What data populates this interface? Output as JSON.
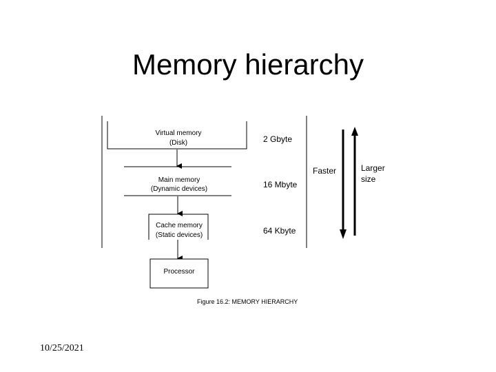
{
  "slide": {
    "title": "Memory hierarchy",
    "date": "10/25/2021"
  },
  "diagram": {
    "levels": [
      {
        "label_line1": "Virtual memory",
        "label_line2": "(Disk)",
        "size": "2 Gbyte"
      },
      {
        "label_line1": "Main memory",
        "label_line2": "(Dynamic devices)",
        "size": "16 Mbyte"
      },
      {
        "label_line1": "Cache memory",
        "label_line2": "(Static devices)",
        "size": "64 Kbyte"
      }
    ],
    "processor": "Processor",
    "faster_label": "Faster",
    "larger_label_line1": "Larger",
    "larger_label_line2": "size",
    "caption": "Figure 16.2: MEMORY HIERARCHY"
  }
}
